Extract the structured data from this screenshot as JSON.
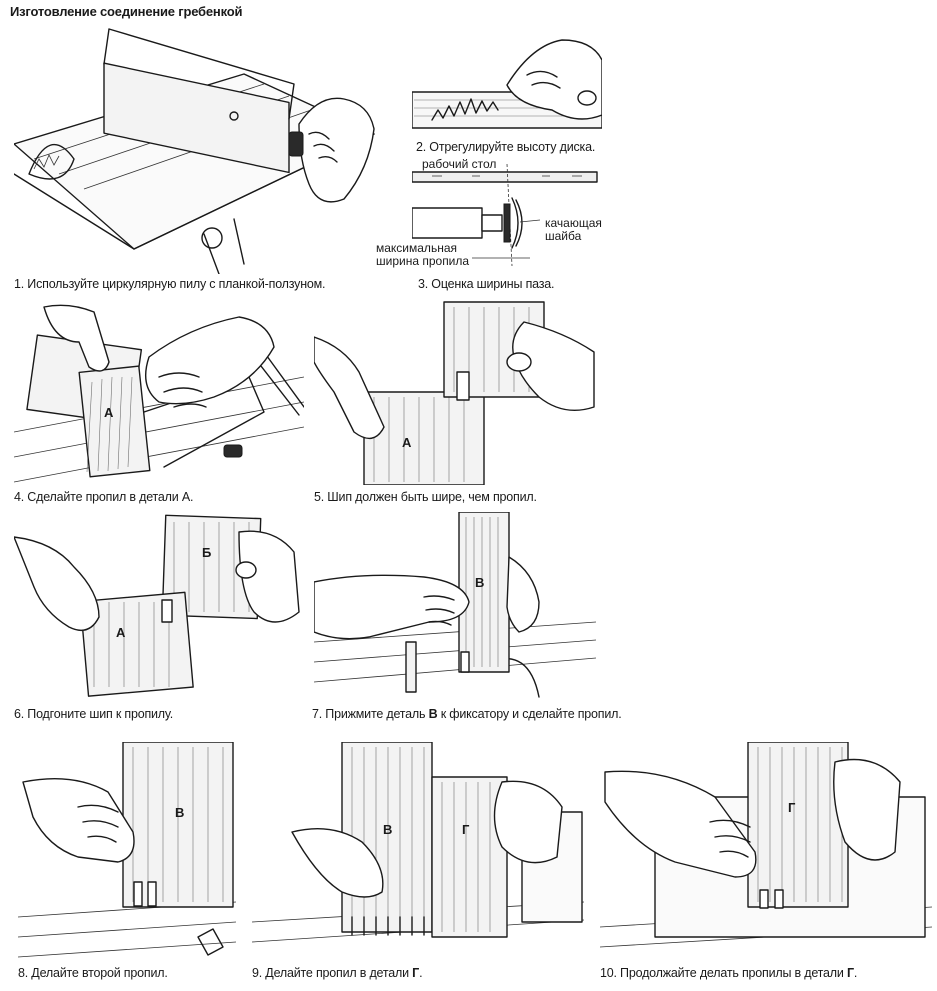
{
  "title": "Изготовление соединение гребенкой",
  "steps": [
    {
      "id": 1,
      "caption": "1. Используйте циркулярную пилу с планкой-ползуном."
    },
    {
      "id": 2,
      "caption": "2. Отрегулируйте высоту диска."
    },
    {
      "id": 3,
      "caption": "3. Оценка ширины паза.",
      "labels": {
        "table": "рабочий стол",
        "washer_line1": "качающая",
        "washer_line2": "шайба",
        "width_line1": "максимальная",
        "width_line2": "ширина пропила"
      }
    },
    {
      "id": 4,
      "caption": "4. Сделайте пропил в детали А.",
      "part": "А"
    },
    {
      "id": 5,
      "caption": "5. Шип должен быть шире, чем пропил.",
      "part": "А"
    },
    {
      "id": 6,
      "caption": "6. Подгоните шип к пропилу.",
      "part_a": "А",
      "part_b": "Б"
    },
    {
      "id": 7,
      "caption_pre": "7. Прижмите деталь ",
      "caption_bold": "В",
      "caption_post": " к фиксатору и сделайте пропил.",
      "part": "В"
    },
    {
      "id": 8,
      "caption": "8. Делайте второй пропил.",
      "part": "В"
    },
    {
      "id": 9,
      "caption_pre": "9. Делайте пропил в детали ",
      "caption_bold": "Г",
      "caption_post": ".",
      "part_a": "В",
      "part_b": "Г"
    },
    {
      "id": 10,
      "caption_pre": "10. Продолжайте делать пропилы в детали ",
      "caption_bold": "Г",
      "caption_post": ".",
      "part": "Г"
    }
  ]
}
